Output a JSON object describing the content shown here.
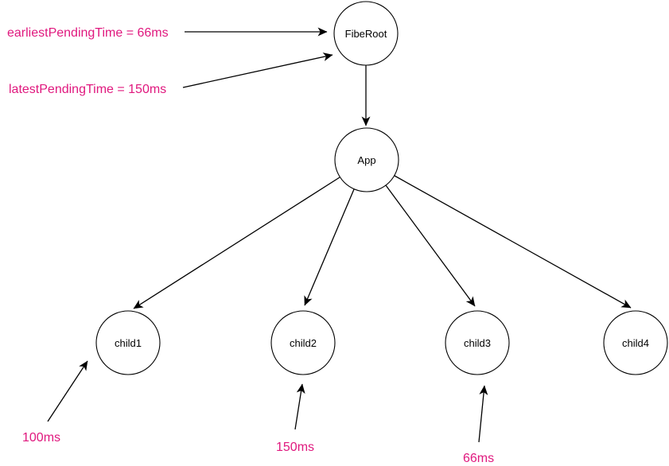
{
  "diagram": {
    "nodes": [
      {
        "id": "fiberoot",
        "label": "FibeRoot"
      },
      {
        "id": "app",
        "label": "App"
      },
      {
        "id": "child1",
        "label": "child1"
      },
      {
        "id": "child2",
        "label": "child2"
      },
      {
        "id": "child3",
        "label": "child3"
      },
      {
        "id": "child4",
        "label": "child4"
      }
    ],
    "edges": [
      {
        "from": "FibeRoot",
        "to": "App"
      },
      {
        "from": "App",
        "to": "child1"
      },
      {
        "from": "App",
        "to": "child2"
      },
      {
        "from": "App",
        "to": "child3"
      },
      {
        "from": "App",
        "to": "child4"
      }
    ],
    "annotations": {
      "earliest": "earliestPendingTime = 66ms",
      "latest": "latestPendingTime = 150ms",
      "child1_time": "100ms",
      "child2_time": "150ms",
      "child3_time": "66ms"
    },
    "colors": {
      "annotation_text": "#e0187e",
      "node_stroke": "#000000",
      "arrow": "#000000",
      "background": "#ffffff"
    }
  }
}
